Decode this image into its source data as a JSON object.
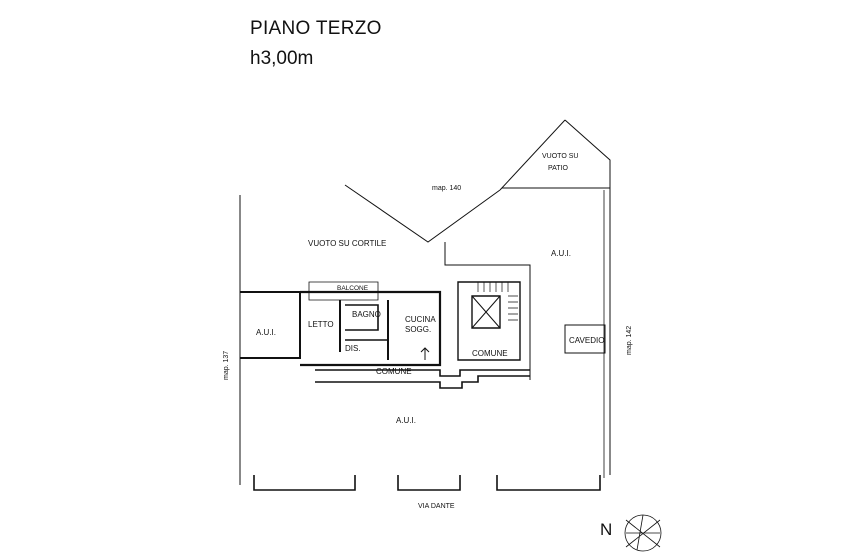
{
  "header": {
    "title": "PIANO TERZO",
    "height": "h3,00m"
  },
  "rooms": {
    "vuoto_cortile": "VUOTO SU CORTILE",
    "vuoto_patio_1": "VUOTO SU",
    "vuoto_patio_2": "PATIO",
    "aui_top": "A.U.I.",
    "aui_left": "A.U.I.",
    "aui_bottom": "A.U.I.",
    "balcone": "BALCONE",
    "letto": "LETTO",
    "bagno": "BAGNO",
    "cucina_1": "CUCINA",
    "cucina_2": "SOGG.",
    "dis": "DIS.",
    "comune_stair": "COMUNE",
    "comune_corridor": "COMUNE",
    "cavedio": "CAVEDIO"
  },
  "neighbors": {
    "map_140": "map. 140",
    "map_137": "map. 137",
    "map_142": "map. 142",
    "street": "VIA DANTE"
  },
  "compass": {
    "label": "N"
  }
}
